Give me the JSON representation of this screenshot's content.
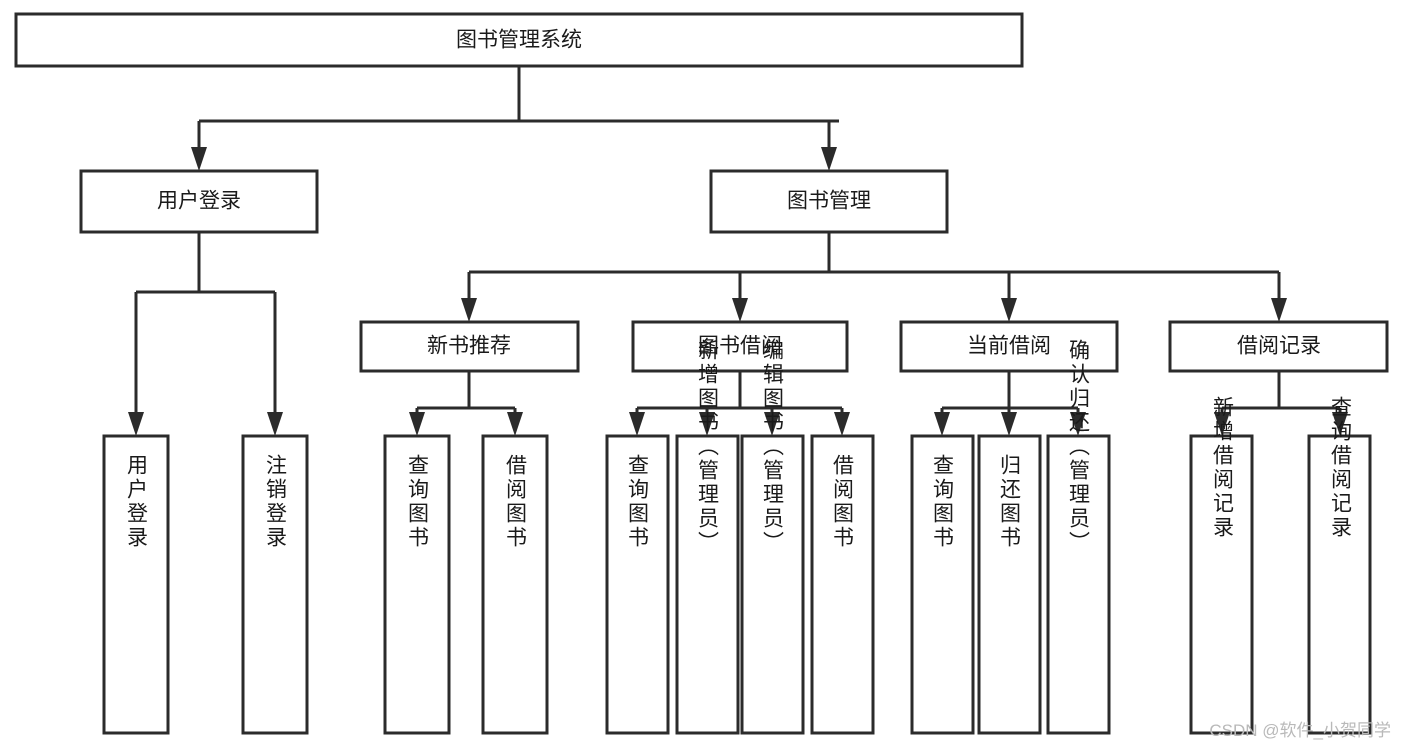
{
  "diagram": {
    "type": "tree-hierarchy",
    "title": "图书管理系统",
    "watermark": "CSDN @软件_小贺同学",
    "colors": {
      "box_stroke": "#2b2b2b",
      "box_fill": "#ffffff",
      "text": "#1a1a1a",
      "connector": "#2b2b2b",
      "watermark": "#b9b9b9",
      "background": "#ffffff"
    },
    "root": {
      "label": "图书管理系统"
    },
    "level2": [
      {
        "label": "用户登录"
      },
      {
        "label": "图书管理"
      }
    ],
    "level3": [
      {
        "label": "新书推荐"
      },
      {
        "label": "图书借阅"
      },
      {
        "label": "当前借阅"
      },
      {
        "label": "借阅记录"
      }
    ],
    "leaves": {
      "user_login": [
        {
          "label": "用户登录"
        },
        {
          "label": "注销登录"
        }
      ],
      "new_book": [
        {
          "label": "查询图书"
        },
        {
          "label": "借阅图书"
        }
      ],
      "book_borrow": [
        {
          "label": "查询图书"
        },
        {
          "label": "新增图书（管理员）"
        },
        {
          "label": "编辑图书（管理员）"
        },
        {
          "label": "借阅图书"
        }
      ],
      "current_borrow": [
        {
          "label": "查询图书"
        },
        {
          "label": "归还图书"
        },
        {
          "label": "确认归还（管理员）"
        }
      ],
      "borrow_record": [
        {
          "label": "新增借阅记录"
        },
        {
          "label": "查询借阅记录"
        }
      ]
    }
  }
}
